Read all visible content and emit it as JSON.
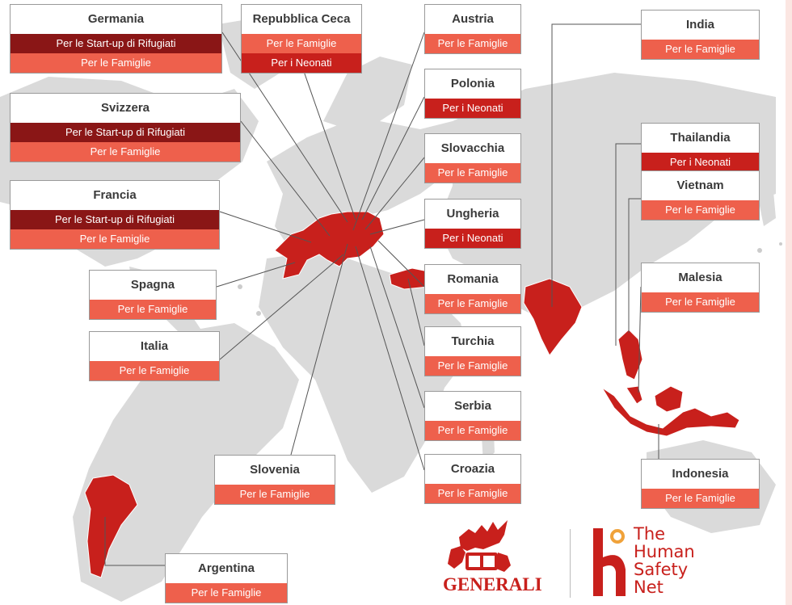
{
  "categories": {
    "families": "Per le Famiglie",
    "newborns": "Per i Neonati",
    "refugees": "Per le Start-up di Rifugiati"
  },
  "colors": {
    "families": "#ee604c",
    "newborns": "#c8201c",
    "refugees": "#8a1616",
    "land": "#dadada",
    "highlight": "#c8201c"
  },
  "countries": [
    {
      "key": "germania",
      "name": "Germania",
      "programs": [
        "refugees",
        "families"
      ]
    },
    {
      "key": "svizzera",
      "name": "Svizzera",
      "programs": [
        "refugees",
        "families"
      ]
    },
    {
      "key": "francia",
      "name": "Francia",
      "programs": [
        "refugees",
        "families"
      ]
    },
    {
      "key": "spagna",
      "name": "Spagna",
      "programs": [
        "families"
      ]
    },
    {
      "key": "italia",
      "name": "Italia",
      "programs": [
        "families"
      ]
    },
    {
      "key": "repubblica-ceca",
      "name": "Repubblica Ceca",
      "programs": [
        "families",
        "newborns"
      ]
    },
    {
      "key": "austria",
      "name": "Austria",
      "programs": [
        "families"
      ]
    },
    {
      "key": "polonia",
      "name": "Polonia",
      "programs": [
        "newborns"
      ]
    },
    {
      "key": "slovacchia",
      "name": "Slovacchia",
      "programs": [
        "families"
      ]
    },
    {
      "key": "ungheria",
      "name": "Ungheria",
      "programs": [
        "newborns"
      ]
    },
    {
      "key": "romania",
      "name": "Romania",
      "programs": [
        "families"
      ]
    },
    {
      "key": "turchia",
      "name": "Turchia",
      "programs": [
        "families"
      ]
    },
    {
      "key": "serbia",
      "name": "Serbia",
      "programs": [
        "families"
      ]
    },
    {
      "key": "croazia",
      "name": "Croazia",
      "programs": [
        "families"
      ]
    },
    {
      "key": "slovenia",
      "name": "Slovenia",
      "programs": [
        "families"
      ]
    },
    {
      "key": "india",
      "name": "India",
      "programs": [
        "families"
      ]
    },
    {
      "key": "thailandia",
      "name": "Thailandia",
      "programs": [
        "newborns"
      ]
    },
    {
      "key": "vietnam",
      "name": "Vietnam",
      "programs": [
        "families"
      ]
    },
    {
      "key": "malesia",
      "name": "Malesia",
      "programs": [
        "families"
      ]
    },
    {
      "key": "indonesia",
      "name": "Indonesia",
      "programs": [
        "families"
      ]
    },
    {
      "key": "argentina",
      "name": "Argentina",
      "programs": [
        "families"
      ]
    }
  ],
  "branding": {
    "generali": "GENERALI",
    "hsn": [
      "The",
      "Human",
      "Safety",
      "Net"
    ]
  }
}
